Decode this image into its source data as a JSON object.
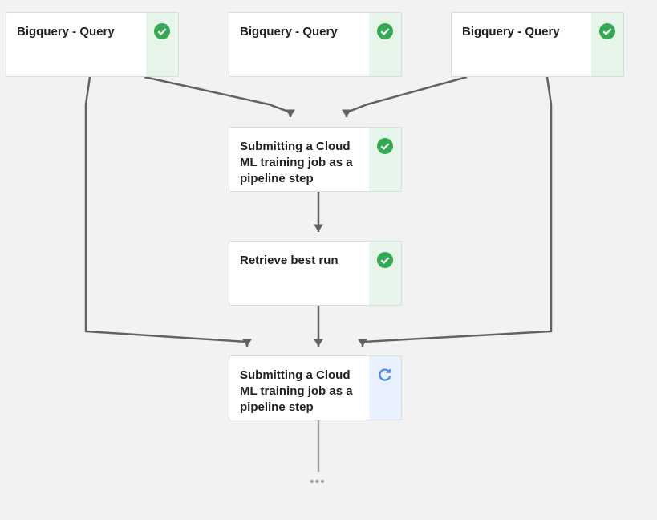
{
  "pipeline": {
    "nodes": [
      {
        "id": "bq1",
        "label": "Bigquery - Query",
        "status": "success",
        "status_icon": "check-circle-icon"
      },
      {
        "id": "bq2",
        "label": "Bigquery - Query",
        "status": "success",
        "status_icon": "check-circle-icon"
      },
      {
        "id": "bq3",
        "label": "Bigquery - Query",
        "status": "success",
        "status_icon": "check-circle-icon"
      },
      {
        "id": "train1",
        "label": "Submitting a Cloud ML training job as a pipeline step",
        "status": "success",
        "status_icon": "check-circle-icon"
      },
      {
        "id": "best",
        "label": "Retrieve best run",
        "status": "success",
        "status_icon": "check-circle-icon"
      },
      {
        "id": "train2",
        "label": "Submitting a Cloud ML training job as a pipeline step",
        "status": "running",
        "status_icon": "refresh-icon"
      }
    ],
    "more_indicator": "•••",
    "colors": {
      "background": "#f2f2f2",
      "edge": "#5f6368",
      "edge_pending": "#9aa0a6",
      "success": "#34a853",
      "success_bg": "#e6f4ea",
      "running": "#4285f4",
      "running_bg": "#e8f0fe"
    }
  }
}
